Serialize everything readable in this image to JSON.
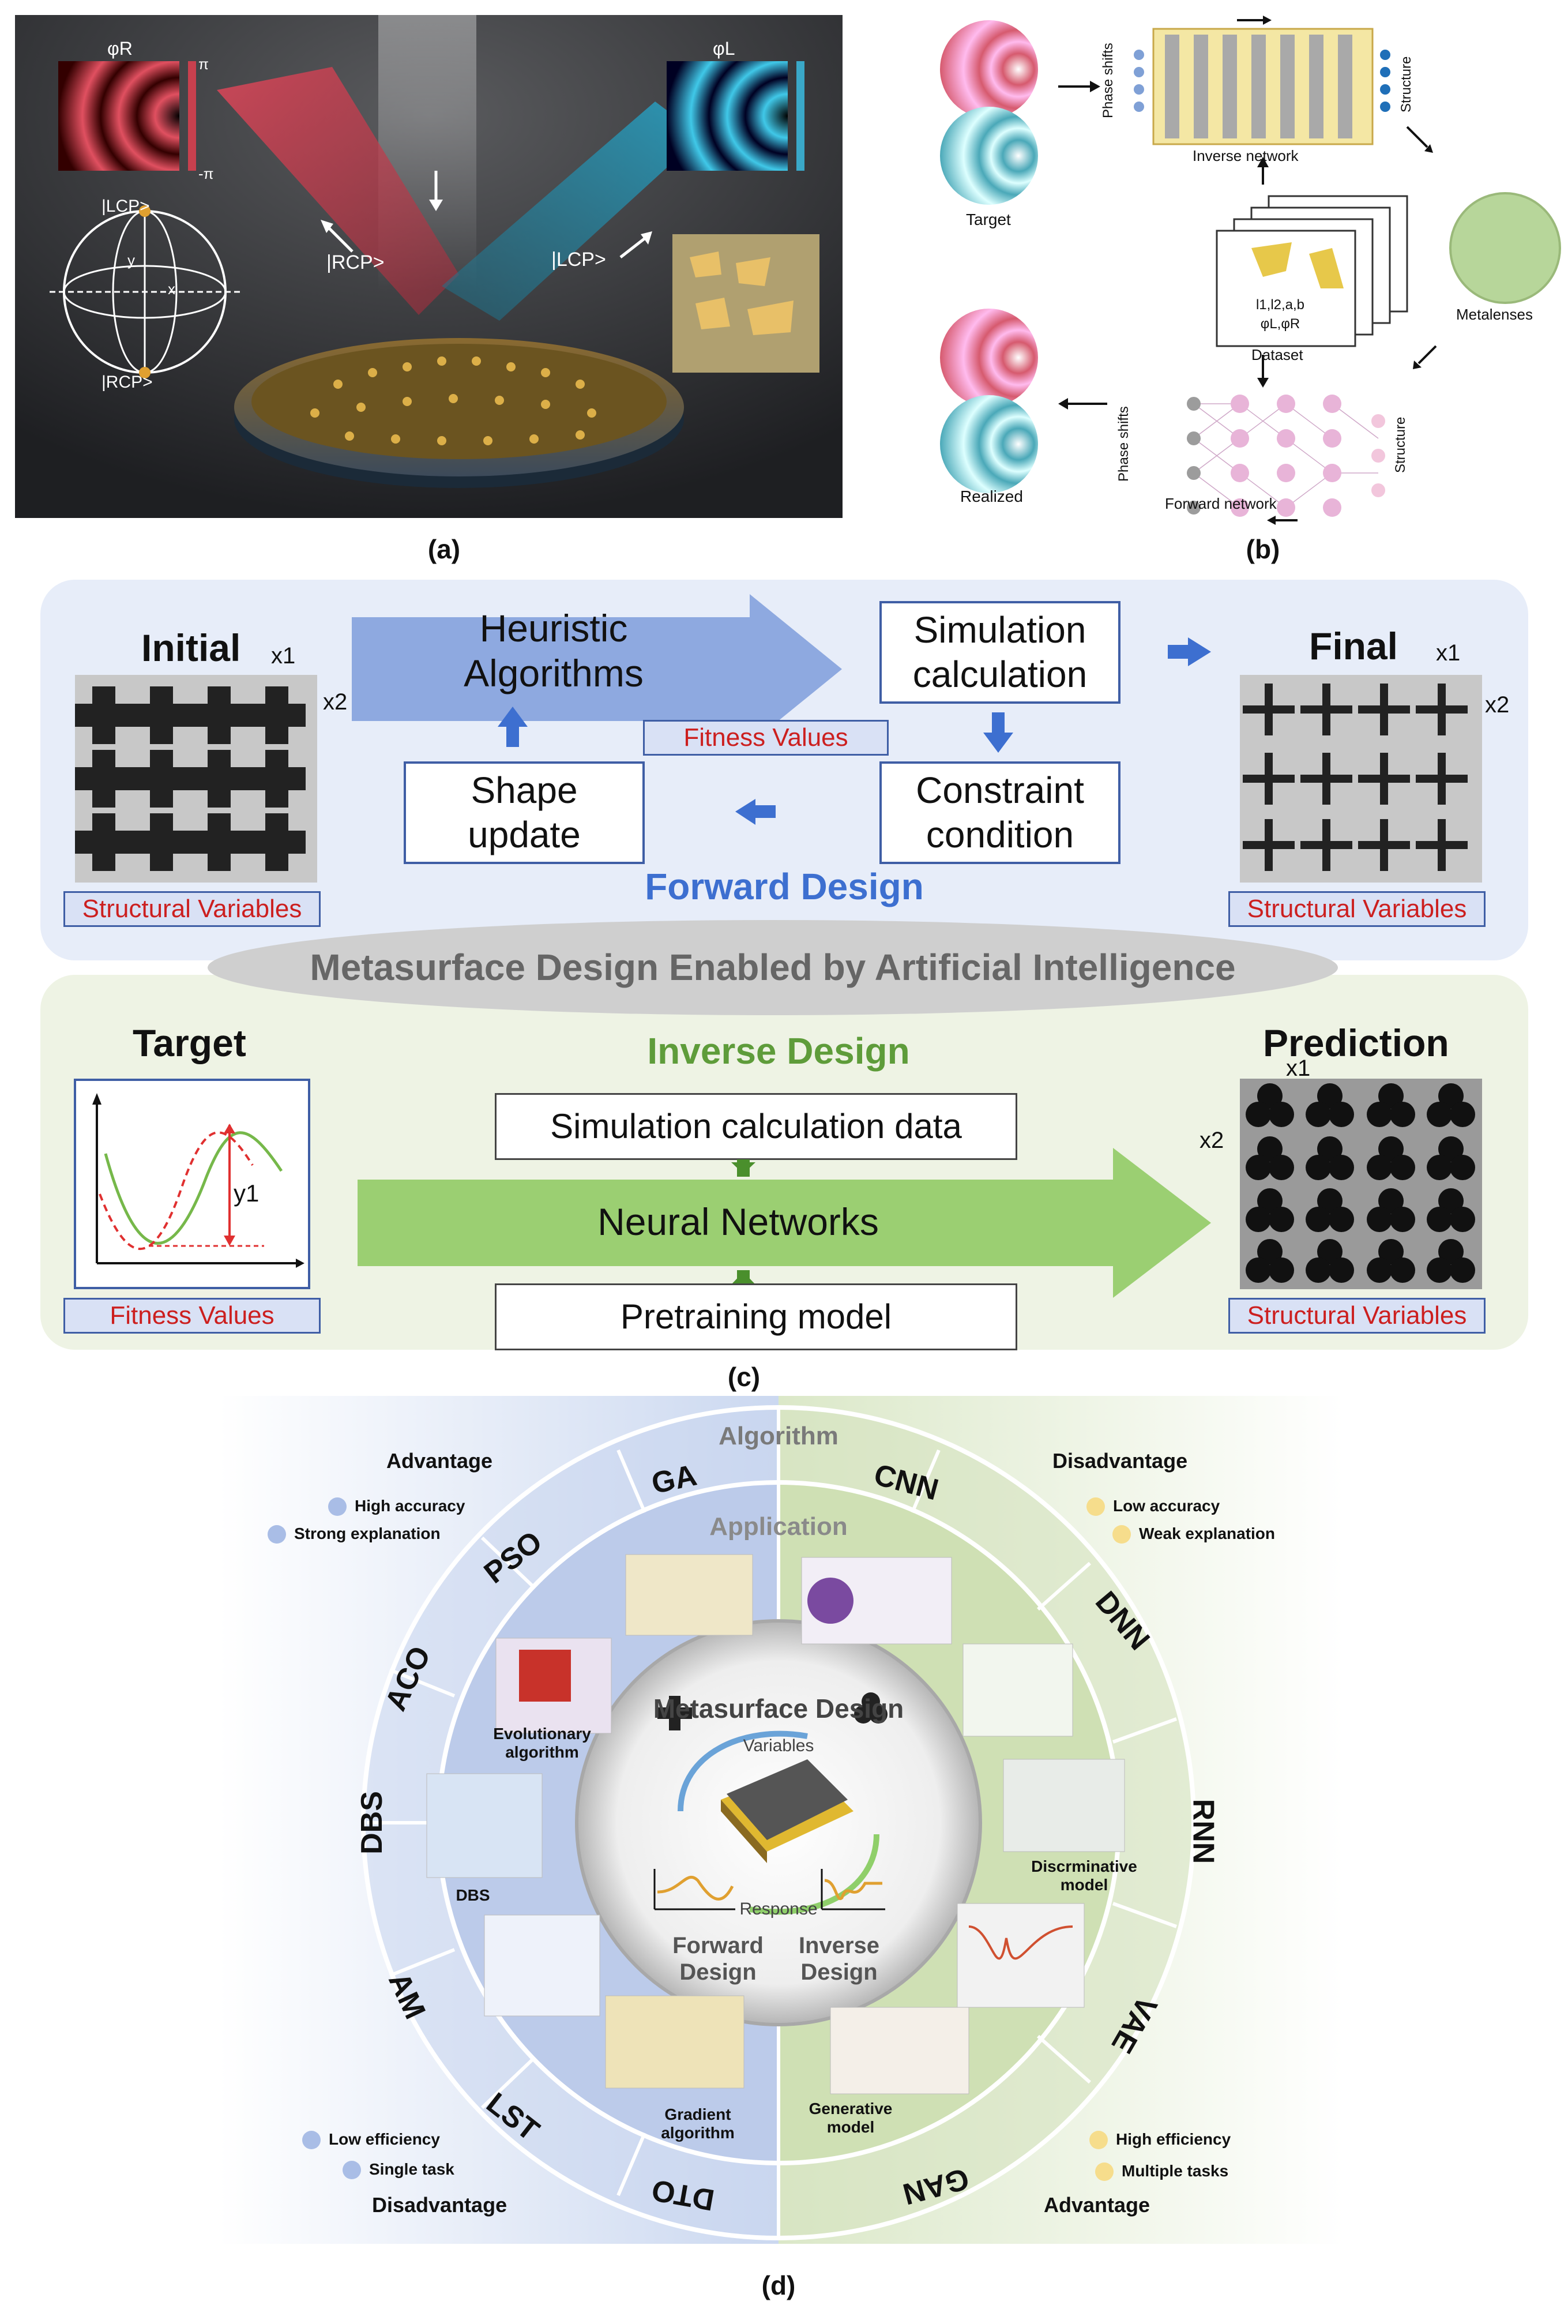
{
  "panel_a": {
    "caption": "(a)",
    "phi_r": "φR",
    "phi_l": "φL",
    "pi_top": "π",
    "pi_bottom": "-π",
    "lcp": "|LCP>",
    "rcp": "|RCP>",
    "sphere_lcp": "|LCP>",
    "sphere_rcp": "|RCP>",
    "axis_x": "x",
    "axis_y": "y"
  },
  "panel_b": {
    "caption": "(b)",
    "target": "Target",
    "realized": "Realized",
    "inverse_network": "Inverse network",
    "forward_network": "Forward network",
    "phase_shifts_top": "Phase shifts",
    "phase_shifts_bottom": "Phase shifts",
    "structure_top": "Structure",
    "structure_bottom": "Structure",
    "metalenses": "Metalenses",
    "dataset": "Dataset",
    "dataset_params_1": "l1,l2,a,b",
    "dataset_params_2": "φL,φR"
  },
  "panel_c": {
    "caption": "(c)",
    "initial": "Initial",
    "final": "Final",
    "heuristic_1": "Heuristic",
    "heuristic_2": "Algorithms",
    "simulation_1": "Simulation",
    "simulation_2": "calculation",
    "fitness_values_top": "Fitness Values",
    "shape_1": "Shape",
    "shape_2": "update",
    "constraint_1": "Constraint",
    "constraint_2": "condition",
    "forward_design": "Forward Design",
    "structural_variables_1": "Structural Variables",
    "structural_variables_2": "Structural Variables",
    "banner": "Metasurface Design Enabled by Artificial Intelligence",
    "target": "Target",
    "inverse_design": "Inverse Design",
    "prediction": "Prediction",
    "sim_data": "Simulation calculation data",
    "neural_networks": "Neural Networks",
    "pretraining": "Pretraining model",
    "fitness_values_bottom": "Fitness Values",
    "structural_variables_3": "Structural Variables",
    "x1": "x1",
    "x2": "x2",
    "y1": "y1"
  },
  "panel_d": {
    "caption": "(d)",
    "algorithm": "Algorithm",
    "application": "Application",
    "center_title": "Metasurface Design",
    "variables": "Variables",
    "response": "Response",
    "forward_1": "Forward",
    "forward_2": "Design",
    "inverse_1": "Inverse",
    "inverse_2": "Design",
    "left_algos": [
      "GA",
      "PSO",
      "ACO",
      "DBS",
      "AM",
      "LST",
      "DTO"
    ],
    "right_algos": [
      "CNN",
      "DNN",
      "RNN",
      "VAE",
      "GAN"
    ],
    "app_labels": {
      "evolutionary_1": "Evolutionary",
      "evolutionary_2": "algorithm",
      "dbs": "DBS",
      "gradient_1": "Gradient",
      "gradient_2": "algorithm",
      "discriminative_1": "Discrminative",
      "discriminative_2": "model",
      "generative_1": "Generative",
      "generative_2": "model"
    },
    "top_left": {
      "title": "Advantage",
      "items": [
        "High accuracy",
        "Strong explanation"
      ]
    },
    "top_right": {
      "title": "Disadvantage",
      "items": [
        "Low accuracy",
        "Weak explanation"
      ]
    },
    "bottom_left": {
      "title": "Disadvantage",
      "items": [
        "Low efficiency",
        "Single task"
      ]
    },
    "bottom_right": {
      "title": "Advantage",
      "items": [
        "High efficiency",
        "Multiple tasks"
      ]
    },
    "colors": {
      "blue_dot": "#a9bde6",
      "yellow_dot": "#f6dd8c",
      "blue_bg": "#d4def1",
      "green_bg": "#e3ecd4"
    }
  }
}
